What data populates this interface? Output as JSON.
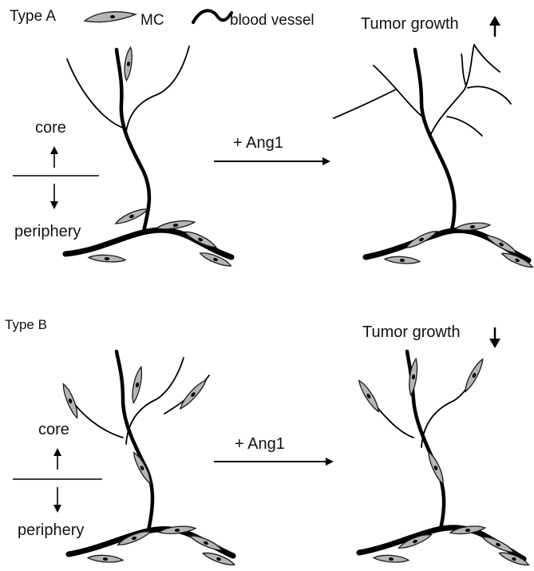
{
  "legend": {
    "type_a": "Type A",
    "mc": "MC",
    "blood_vessel": "blood vessel"
  },
  "panel_a": {
    "core": "core",
    "periphery": "periphery",
    "treatment": "+ Ang1",
    "outcome": "Tumor growth",
    "outcome_direction": "up"
  },
  "panel_b": {
    "label": "Type B",
    "core": "core",
    "periphery": "periphery",
    "treatment": "+ Ang1",
    "outcome": "Tumor growth",
    "outcome_direction": "down"
  },
  "colors": {
    "vessel": "#000000",
    "mural_cell_fill": "#b5b5b5",
    "mural_cell_stroke": "#1a1a1a",
    "text": "#111111"
  }
}
